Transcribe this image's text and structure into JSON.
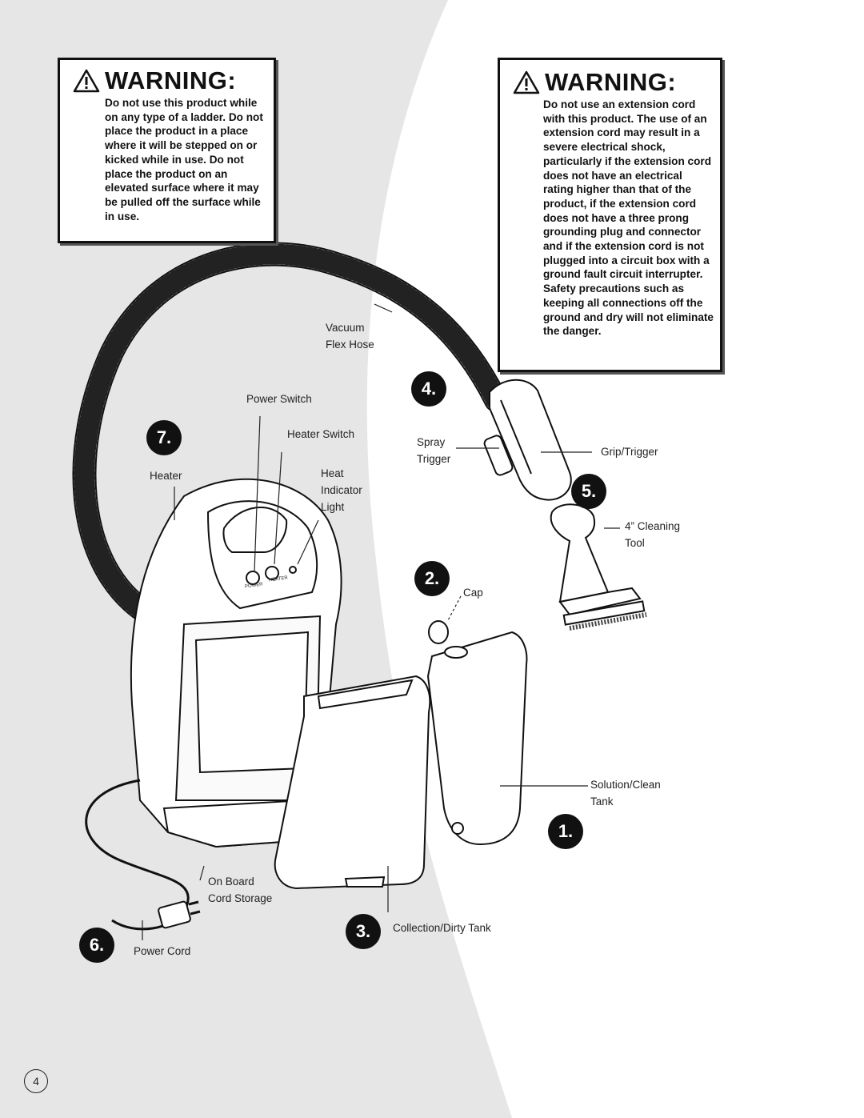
{
  "warnings": [
    {
      "title": "WARNING:",
      "text": "Do not use this product while on any type of a ladder. Do not place the product in a place where it will be stepped on or kicked while in use. Do not place the product on an elevated surface where it may be pulled off the surface while in use."
    },
    {
      "title": "WARNING:",
      "text": "Do not use an extension cord with this product. The use of an extension cord may result in a severe electrical shock, particularly if the extension cord does not have an electrical rating higher than that of the product, if the extension cord does not have a three prong grounding plug and connector and if the extension cord is not plugged into a circuit box with a ground fault circuit interrupter. Safety precautions such as keeping all connections off the ground and dry will not eliminate the danger."
    }
  ],
  "labels": {
    "vacuum_flex_hose": [
      "Vacuum",
      "Flex Hose"
    ],
    "power_switch": "Power Switch",
    "heater_switch": "Heater Switch",
    "heat_indicator_light": [
      "Heat",
      "Indicator",
      "Light"
    ],
    "heater": "Heater",
    "spray_trigger": [
      "Spray",
      "Trigger"
    ],
    "grip_trigger": "Grip/Trigger",
    "cleaning_tool": [
      "4” Cleaning",
      "Tool"
    ],
    "cap": "Cap",
    "solution_clean_tank": [
      "Solution/Clean",
      "Tank"
    ],
    "on_board_cord_storage": [
      "On Board",
      "Cord Storage"
    ],
    "collection_dirty_tank": "Collection/Dirty Tank",
    "power_cord": "Power Cord",
    "panel_power": "POWER",
    "panel_heater": "HEATER"
  },
  "badges": {
    "one": "1.",
    "two": "2.",
    "three": "3.",
    "four": "4.",
    "five": "5.",
    "six": "6.",
    "seven": "7."
  },
  "page_number": "4",
  "icons": [
    "warning-triangle-icon"
  ]
}
